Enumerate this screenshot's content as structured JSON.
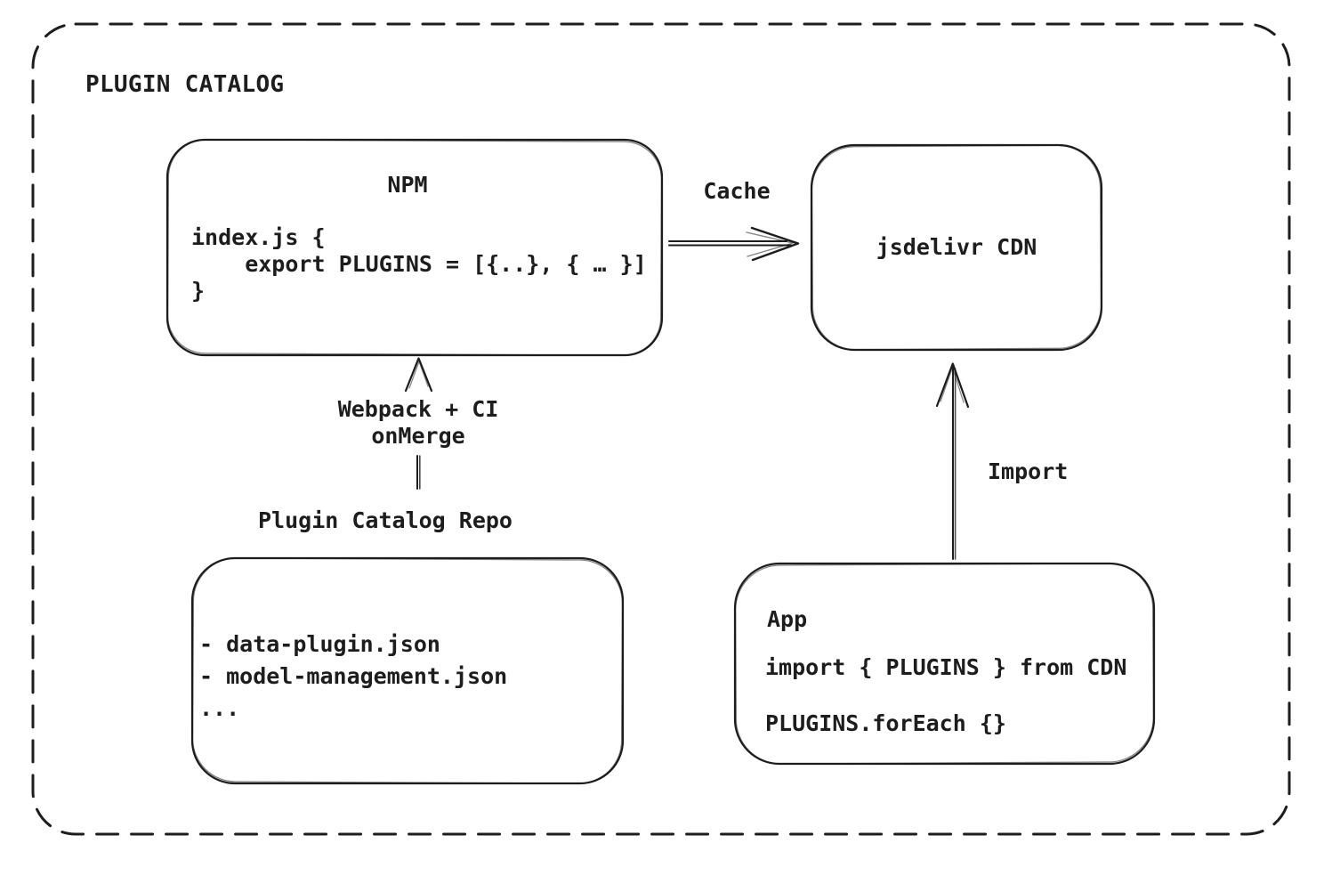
{
  "canvas": {
    "title": "PLUGIN CATALOG",
    "ink": "#1d1d1d",
    "background": "#ffffff"
  },
  "nodes": {
    "npm": {
      "title": "NPM",
      "code_lines": [
        "index.js {",
        "    export PLUGINS = [{..}, { … }]",
        "}"
      ]
    },
    "cdn": {
      "label": "jsdelivr CDN"
    },
    "repo": {
      "title": "Plugin Catalog Repo",
      "file_list": [
        "- data-plugin.json",
        "- model-management.json",
        "..."
      ]
    },
    "app": {
      "title": "App",
      "code_lines": [
        "import { PLUGINS } from CDN",
        "PLUGINS.forEach {}"
      ]
    }
  },
  "edges": {
    "cache": {
      "label": "Cache",
      "from": "NPM",
      "to": "jsdelivr CDN"
    },
    "build": {
      "label_lines": [
        "Webpack + CI",
        "onMerge"
      ],
      "from": "Plugin Catalog Repo",
      "to": "NPM"
    },
    "import": {
      "label": "Import",
      "from": "App",
      "to": "jsdelivr CDN"
    }
  }
}
